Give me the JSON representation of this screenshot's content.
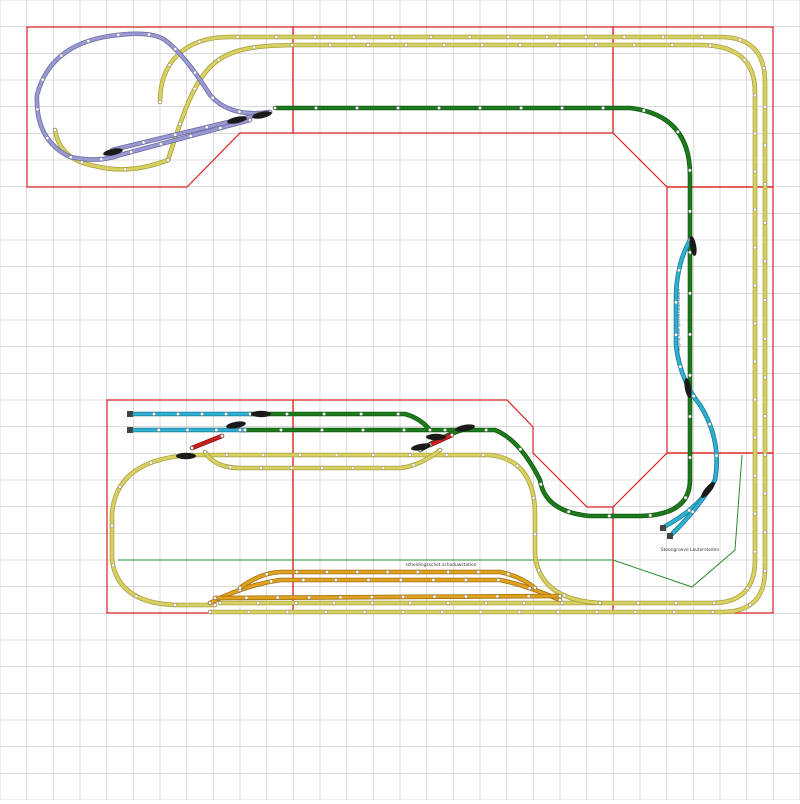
{
  "labels": {
    "track_center": "scheidingsschot schaduwstation",
    "track_right": "Steengroeve Lautersteden",
    "track_vertical": "stijging Steengroeve Lautersteden"
  },
  "colors": {
    "grid": "#c4c4c4",
    "board_outline": "#dd2222",
    "yellow_track": "#d8d060",
    "yellow_rail": "#a8a040",
    "green_track": "#1e7a1e",
    "blue_track": "#30b0d0",
    "lavender_track": "#9a9ad0",
    "orange_track": "#e0a020",
    "red_track": "#cc2020",
    "divider": "#2a8a2a",
    "joint": "#ffffff",
    "turnout": "#1a1a1a",
    "buffer": "#444444"
  }
}
